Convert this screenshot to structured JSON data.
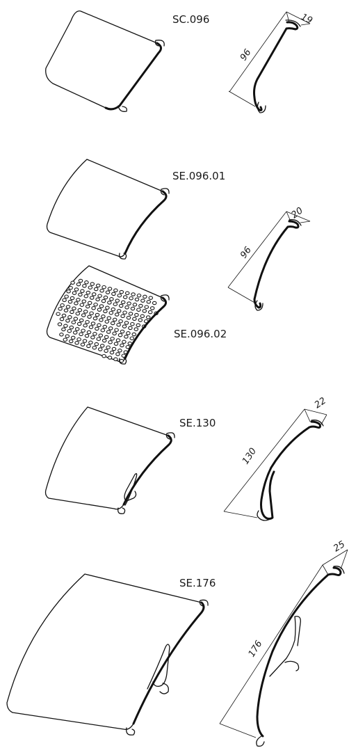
{
  "profiles": [
    {
      "code": "SC.096",
      "height": "96",
      "depth": "19"
    },
    {
      "code": "SE.096.01",
      "height": "96",
      "depth": "20"
    },
    {
      "code": "SE.096.02"
    },
    {
      "code": "SE.130",
      "height": "130",
      "depth": "22"
    },
    {
      "code": "SE.176",
      "height": "176",
      "depth": "25"
    }
  ]
}
